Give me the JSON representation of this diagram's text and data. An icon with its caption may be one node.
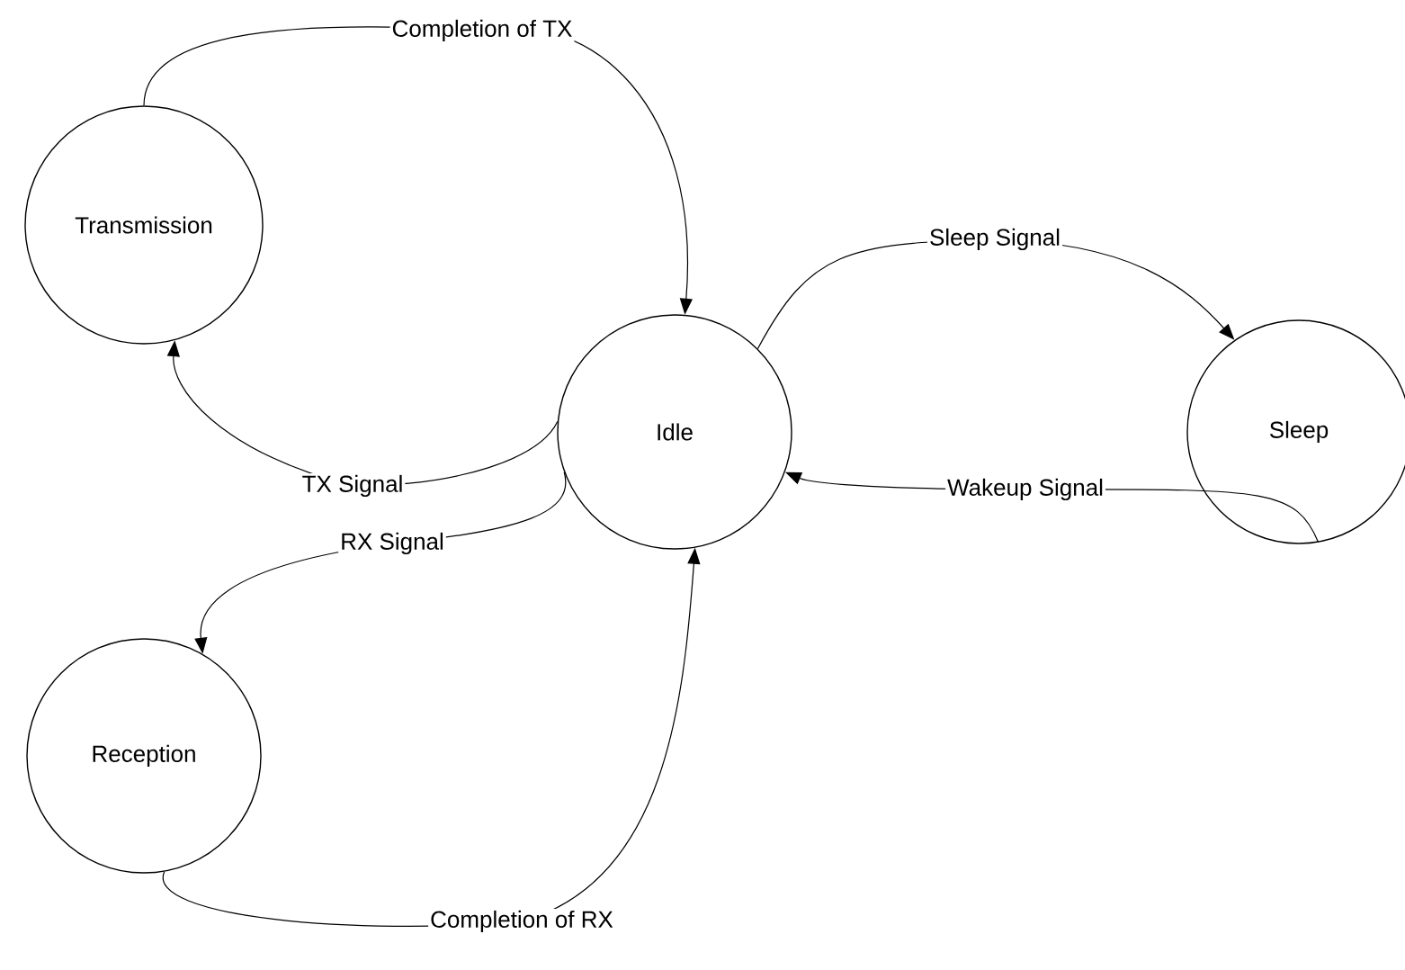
{
  "diagram": {
    "nodes": [
      {
        "text": [
          "Transmission"
        ]
      },
      {
        "text": [
          "Idle"
        ]
      },
      {
        "text": [
          "Sleep"
        ]
      },
      {
        "text": [
          "Reception"
        ]
      }
    ],
    "edges": [
      {
        "from": 0,
        "to": 1,
        "arrow": "to",
        "label": "Completion of  TX"
      },
      {
        "from": 1,
        "to": 0,
        "arrow": "to",
        "label": "TX Signal"
      },
      {
        "from": 1,
        "to": 2,
        "arrow": "to",
        "label": "Sleep Signal"
      },
      {
        "from": 2,
        "to": 1,
        "arrow": "to",
        "label": "Wakeup Signal"
      },
      {
        "from": 1,
        "to": 3,
        "arrow": "to",
        "label": "RX Signal"
      },
      {
        "from": 3,
        "to": 1,
        "arrow": "to",
        "label": "Completion of  RX"
      }
    ]
  }
}
